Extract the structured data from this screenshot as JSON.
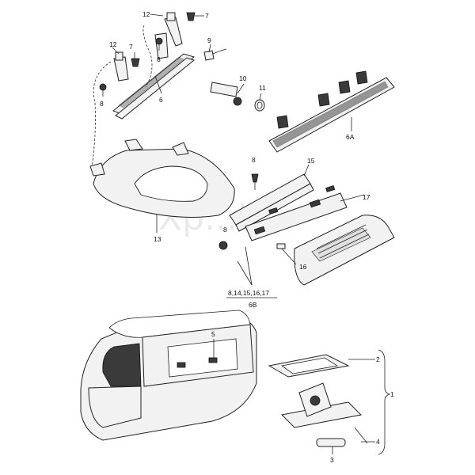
{
  "watermark": "Xp...k",
  "callouts": {
    "c12a": "12",
    "c7a": "7",
    "c12b": "12",
    "c7b": "7",
    "c9": "9",
    "c8a": "8",
    "c8b": "8",
    "c8c": "8",
    "c6": "6",
    "c10": "10",
    "c11": "11",
    "c6A": "6A",
    "c15": "15",
    "c17": "17",
    "c13": "13",
    "c16": "16",
    "group_parts": "8,14,15,16,17",
    "group_6B": "6B",
    "c5": "5",
    "c2": "2",
    "c1": "1",
    "c4": "4",
    "c3": "3"
  },
  "colors": {
    "line": "#222222",
    "fill": "#f2f2f2",
    "dark": "#3a3a3a",
    "background": "#ffffff"
  }
}
